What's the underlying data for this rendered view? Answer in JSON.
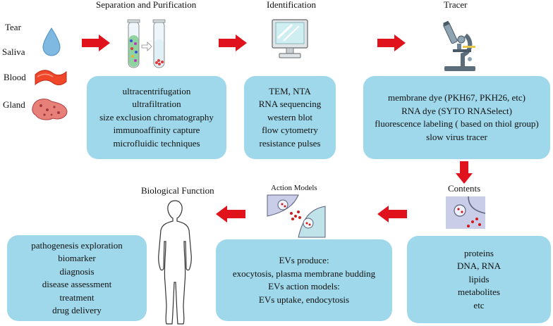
{
  "sources": {
    "tear": "Tear",
    "saliva": "Saliva",
    "blood": "Blood",
    "gland": "Gland"
  },
  "steps": {
    "separation": {
      "title": "Separation and Purification",
      "items": [
        "ultracentrifugation",
        "ultrafiltration",
        "size exclusion chromatography",
        "immunoaffinity capture",
        "microfluidic techniques"
      ]
    },
    "identification": {
      "title": "Identification",
      "items": [
        "TEM, NTA",
        "RNA sequencing",
        "western blot",
        "flow cytometry",
        "resistance pulses"
      ]
    },
    "tracer": {
      "title": "Tracer",
      "items": [
        "membrane dye (PKH67, PKH26, etc)",
        "RNA dye (SYTO RNASelect)",
        "fluorescence labeling ( based on thiol group)",
        "slow virus tracer"
      ]
    },
    "contents": {
      "title": "Contents",
      "items": [
        "proteins",
        "DNA, RNA",
        "lipids",
        "metabolites",
        "etc"
      ]
    },
    "action_models": {
      "title": "Action Models",
      "items": [
        "EVs produce:",
        "exocytosis, plasma membrane budding",
        "EVs action models:",
        "EVs uptake, endocytosis"
      ]
    },
    "biological_function": {
      "title": "Biological Function",
      "items": [
        "pathogenesis exploration",
        "biomarker",
        "diagnosis",
        "disease assessment",
        "treatment",
        "drug delivery"
      ]
    }
  },
  "colors": {
    "box_fill": "#9fd8ea",
    "arrow": "#e0121b",
    "drop": "#7fb8e0",
    "tissue": "#e8807a"
  },
  "icons": [
    "water-drop-icon",
    "saliva-icon",
    "blood-vessel-icon",
    "gland-icon",
    "test-tubes-icon",
    "monitor-icon",
    "microscope-icon",
    "vesicle-contents-icon",
    "action-model-icon",
    "human-silhouette-icon"
  ]
}
